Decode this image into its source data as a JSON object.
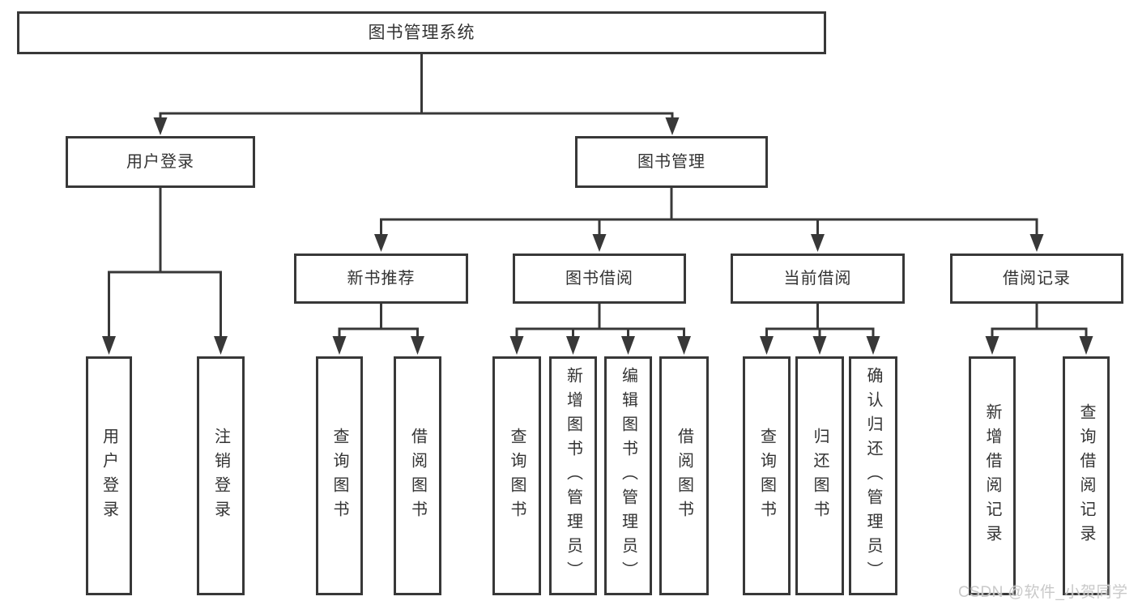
{
  "diagram": {
    "watermark": "CSDN @软件_小贺同学",
    "colors": {
      "line": "#383838",
      "text": "#333333",
      "background": "#ffffff",
      "watermark": "#c6c6c6"
    },
    "nodes": {
      "root": {
        "label": "图书管理系统"
      },
      "user_login": {
        "label": "用户登录"
      },
      "book_management": {
        "label": "图书管理"
      },
      "new_book_recommend": {
        "label": "新书推荐"
      },
      "book_borrowing": {
        "label": "图书借阅"
      },
      "current_borrowing": {
        "label": "当前借阅"
      },
      "borrowing_records": {
        "label": "借阅记录"
      },
      "ul_user_login": {
        "label": "用户登录"
      },
      "ul_logout": {
        "label": "注销登录"
      },
      "nbr_query_books": {
        "label": "查询图书"
      },
      "nbr_borrow_books": {
        "label": "借阅图书"
      },
      "bb_query_books": {
        "label": "查询图书"
      },
      "bb_add_books": {
        "label": "新增图书（管理员）"
      },
      "bb_edit_books": {
        "label": "编辑图书（管理员）"
      },
      "bb_borrow_books": {
        "label": "借阅图书"
      },
      "cb_query_books": {
        "label": "查询图书"
      },
      "cb_return_books": {
        "label": "归还图书"
      },
      "cb_confirm_return": {
        "label": "确认归还（管理员）"
      },
      "br_add_record": {
        "label": "新增借阅记录"
      },
      "br_query_record": {
        "label": "查询借阅记录"
      }
    },
    "edges": [
      [
        "root",
        "user_login"
      ],
      [
        "root",
        "book_management"
      ],
      [
        "user_login",
        "ul_user_login"
      ],
      [
        "user_login",
        "ul_logout"
      ],
      [
        "book_management",
        "new_book_recommend"
      ],
      [
        "book_management",
        "book_borrowing"
      ],
      [
        "book_management",
        "current_borrowing"
      ],
      [
        "book_management",
        "borrowing_records"
      ],
      [
        "new_book_recommend",
        "nbr_query_books"
      ],
      [
        "new_book_recommend",
        "nbr_borrow_books"
      ],
      [
        "book_borrowing",
        "bb_query_books"
      ],
      [
        "book_borrowing",
        "bb_add_books"
      ],
      [
        "book_borrowing",
        "bb_edit_books"
      ],
      [
        "book_borrowing",
        "bb_borrow_books"
      ],
      [
        "current_borrowing",
        "cb_query_books"
      ],
      [
        "current_borrowing",
        "cb_return_books"
      ],
      [
        "current_borrowing",
        "cb_confirm_return"
      ],
      [
        "borrowing_records",
        "br_add_record"
      ],
      [
        "borrowing_records",
        "br_query_record"
      ]
    ]
  }
}
